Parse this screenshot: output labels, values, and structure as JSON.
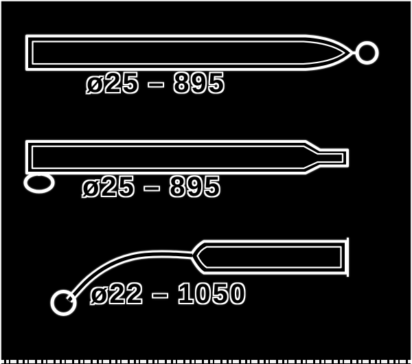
{
  "drawing": {
    "background_color": "#000000",
    "line_color": "#ffffff",
    "label_fill_color": "#000000",
    "label_outline_color": "#ffffff"
  },
  "figures": [
    {
      "name": "rod-with-pointed-tip-and-pull-ring",
      "diameter_label": "ø25",
      "separator": "–",
      "length_label": "895"
    },
    {
      "name": "rod-with-stepped-tip-and-side-ring",
      "diameter_label": "ø25",
      "separator": "–",
      "length_label": "895"
    },
    {
      "name": "rod-with-curved-handle-and-end-ring",
      "diameter_label": "ø22",
      "separator": "–",
      "length_label": "1050"
    }
  ]
}
